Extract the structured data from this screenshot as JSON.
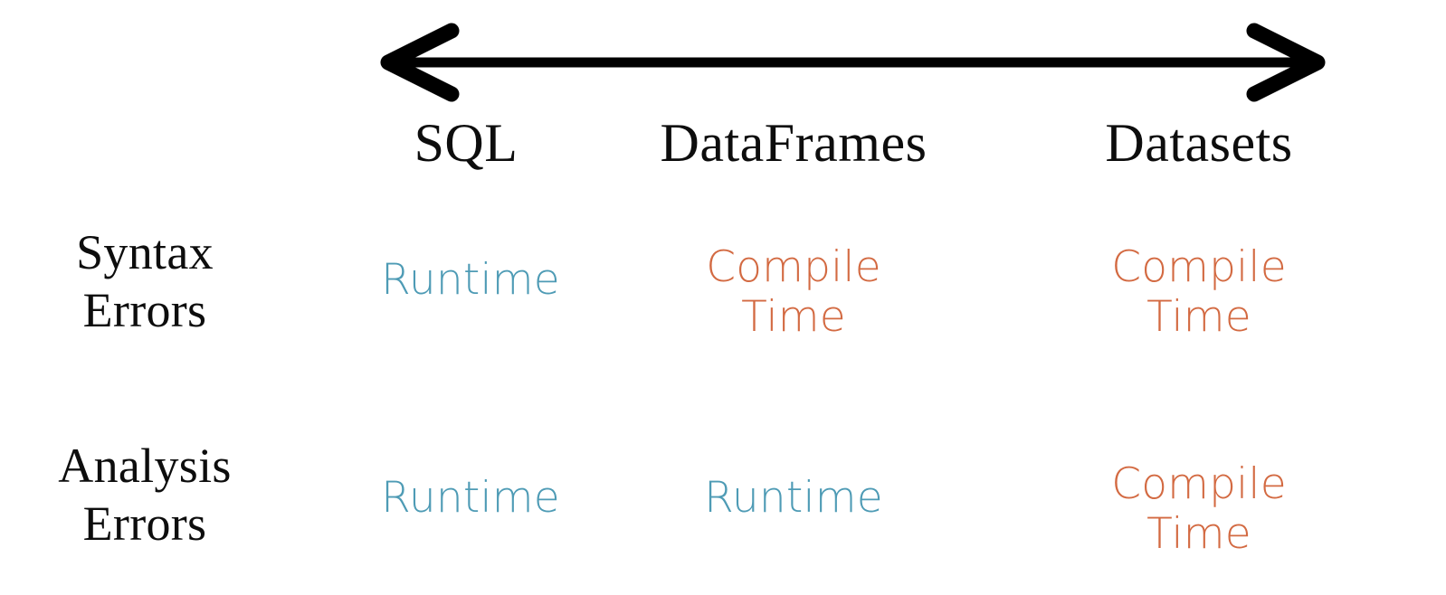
{
  "figure": {
    "background_color": "#ffffff",
    "arrow": {
      "name": "double-headed-spectrum-arrow",
      "color": "#000000",
      "direction": "bidirectional"
    }
  },
  "columns": [
    {
      "key": "sql",
      "label": "SQL"
    },
    {
      "key": "dataframes",
      "label": "DataFrames"
    },
    {
      "key": "datasets",
      "label": "Datasets"
    }
  ],
  "rows": [
    {
      "key": "syntax_errors",
      "line1": "Syntax",
      "line2": "Errors"
    },
    {
      "key": "analysis_errors",
      "line1": "Analysis",
      "line2": "Errors"
    }
  ],
  "values": {
    "runtime": "Runtime",
    "compile_time": "Compile\nTime"
  },
  "matrix": {
    "syntax_errors": {
      "sql": "Runtime",
      "dataframes": "Compile\nTime",
      "datasets": "Compile\nTime"
    },
    "analysis_errors": {
      "sql": "Runtime",
      "dataframes": "Runtime",
      "datasets": "Compile\nTime"
    }
  },
  "colors": {
    "runtime": "#4e9bb5",
    "compile_time": "#d36a42",
    "text": "#0d0d0d",
    "arrow": "#000000"
  }
}
